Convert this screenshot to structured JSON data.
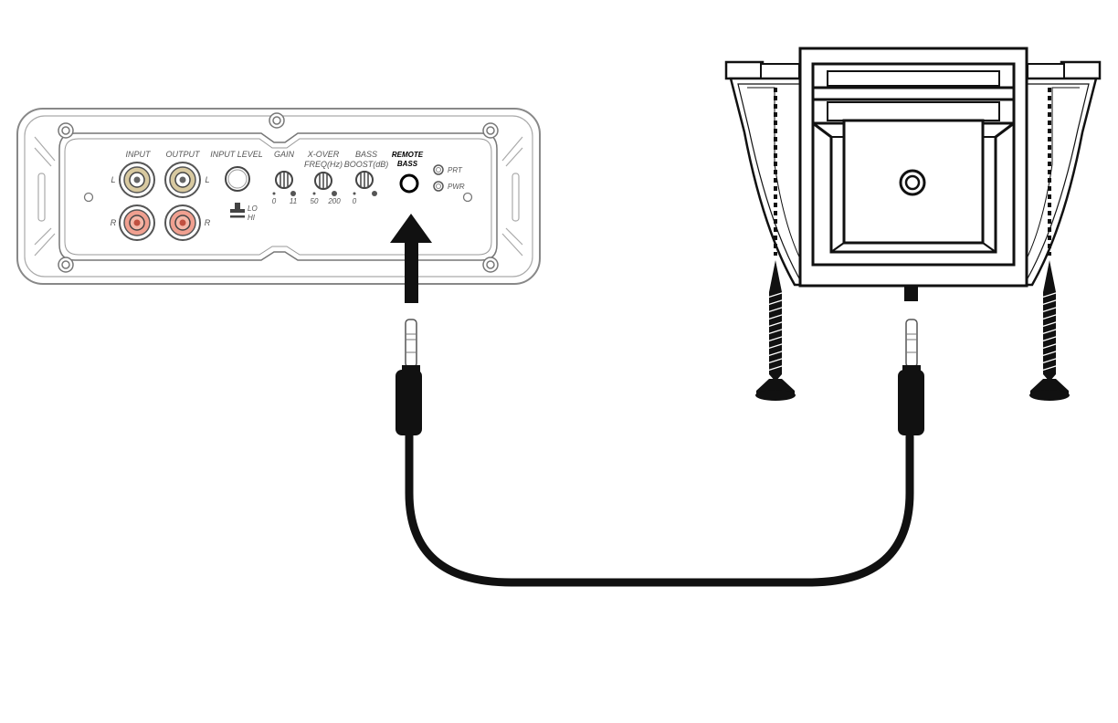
{
  "amplifier": {
    "labels": {
      "input": "INPUT",
      "output": "OUTPUT",
      "input_level": "INPUT LEVEL",
      "gain": "GAIN",
      "xover_line1": "X-OVER",
      "xover_line2": "FREQ(Hz)",
      "bass_line1": "BASS",
      "bass_line2": "BOOST(dB)",
      "remote_line1": "REMOTE",
      "remote_line2": "BASS",
      "prt": "PRT",
      "pwr": "PWR",
      "left": "L",
      "right": "R",
      "lo": "LO",
      "hi": "HI",
      "gain_min": "0",
      "gain_max": "11",
      "xover_min": "50",
      "xover_max": "200",
      "bass_min": "0"
    },
    "colors": {
      "rca_white": "#d8c9a0",
      "rca_red": "#f0a090"
    }
  },
  "remote": {
    "type": "remote-bass-knob-housing"
  },
  "cable": {
    "type": "3.5mm-cable",
    "color": "#111111"
  },
  "arrows": [
    "amp-remote-bass-jack",
    "remote-housing-jack"
  ]
}
